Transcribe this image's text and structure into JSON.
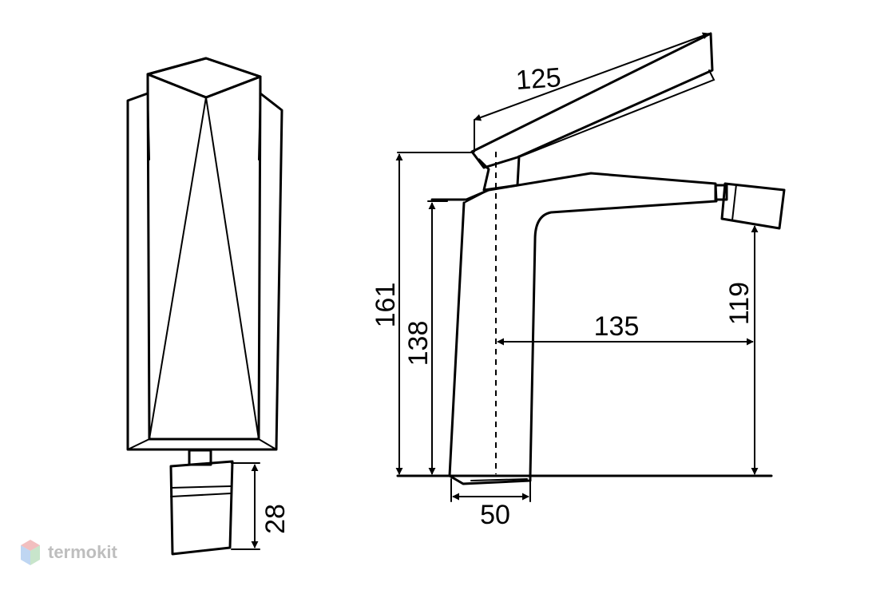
{
  "dimensions": {
    "spout_length": "125",
    "total_height": "161",
    "body_height": "138",
    "outlet_height": "119",
    "reach": "135",
    "base_width": "50",
    "handle_height": "28"
  },
  "watermark": {
    "text": "termokit",
    "colors": [
      "#e88a8a",
      "#8ab4e8",
      "#9ad0a0"
    ]
  }
}
